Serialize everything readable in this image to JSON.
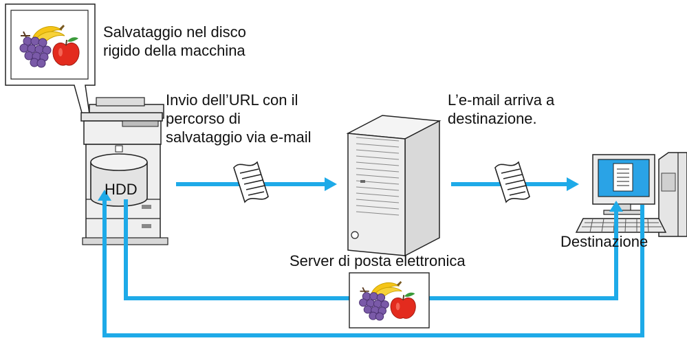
{
  "labels": {
    "hdd_save": "Salvataggio nel disco\nrigido della macchina",
    "url_send": "Invio dell’URL con il\npercorso di\nsalvataggio via e-mail",
    "email_arrives": "L’e-mail arriva a\ndestinazione.",
    "mail_server": "Server di posta elettronica",
    "destination": "Destinazione",
    "hdd": "HDD"
  },
  "colors": {
    "flow_arrow": "#1eaae8",
    "outline": "#222222",
    "device_gray": "#e6e6e6"
  },
  "icons": [
    "fruit-image-icon",
    "mfp-printer-icon",
    "hdd-icon",
    "email-document-icon",
    "mail-server-icon",
    "computer-icon"
  ]
}
